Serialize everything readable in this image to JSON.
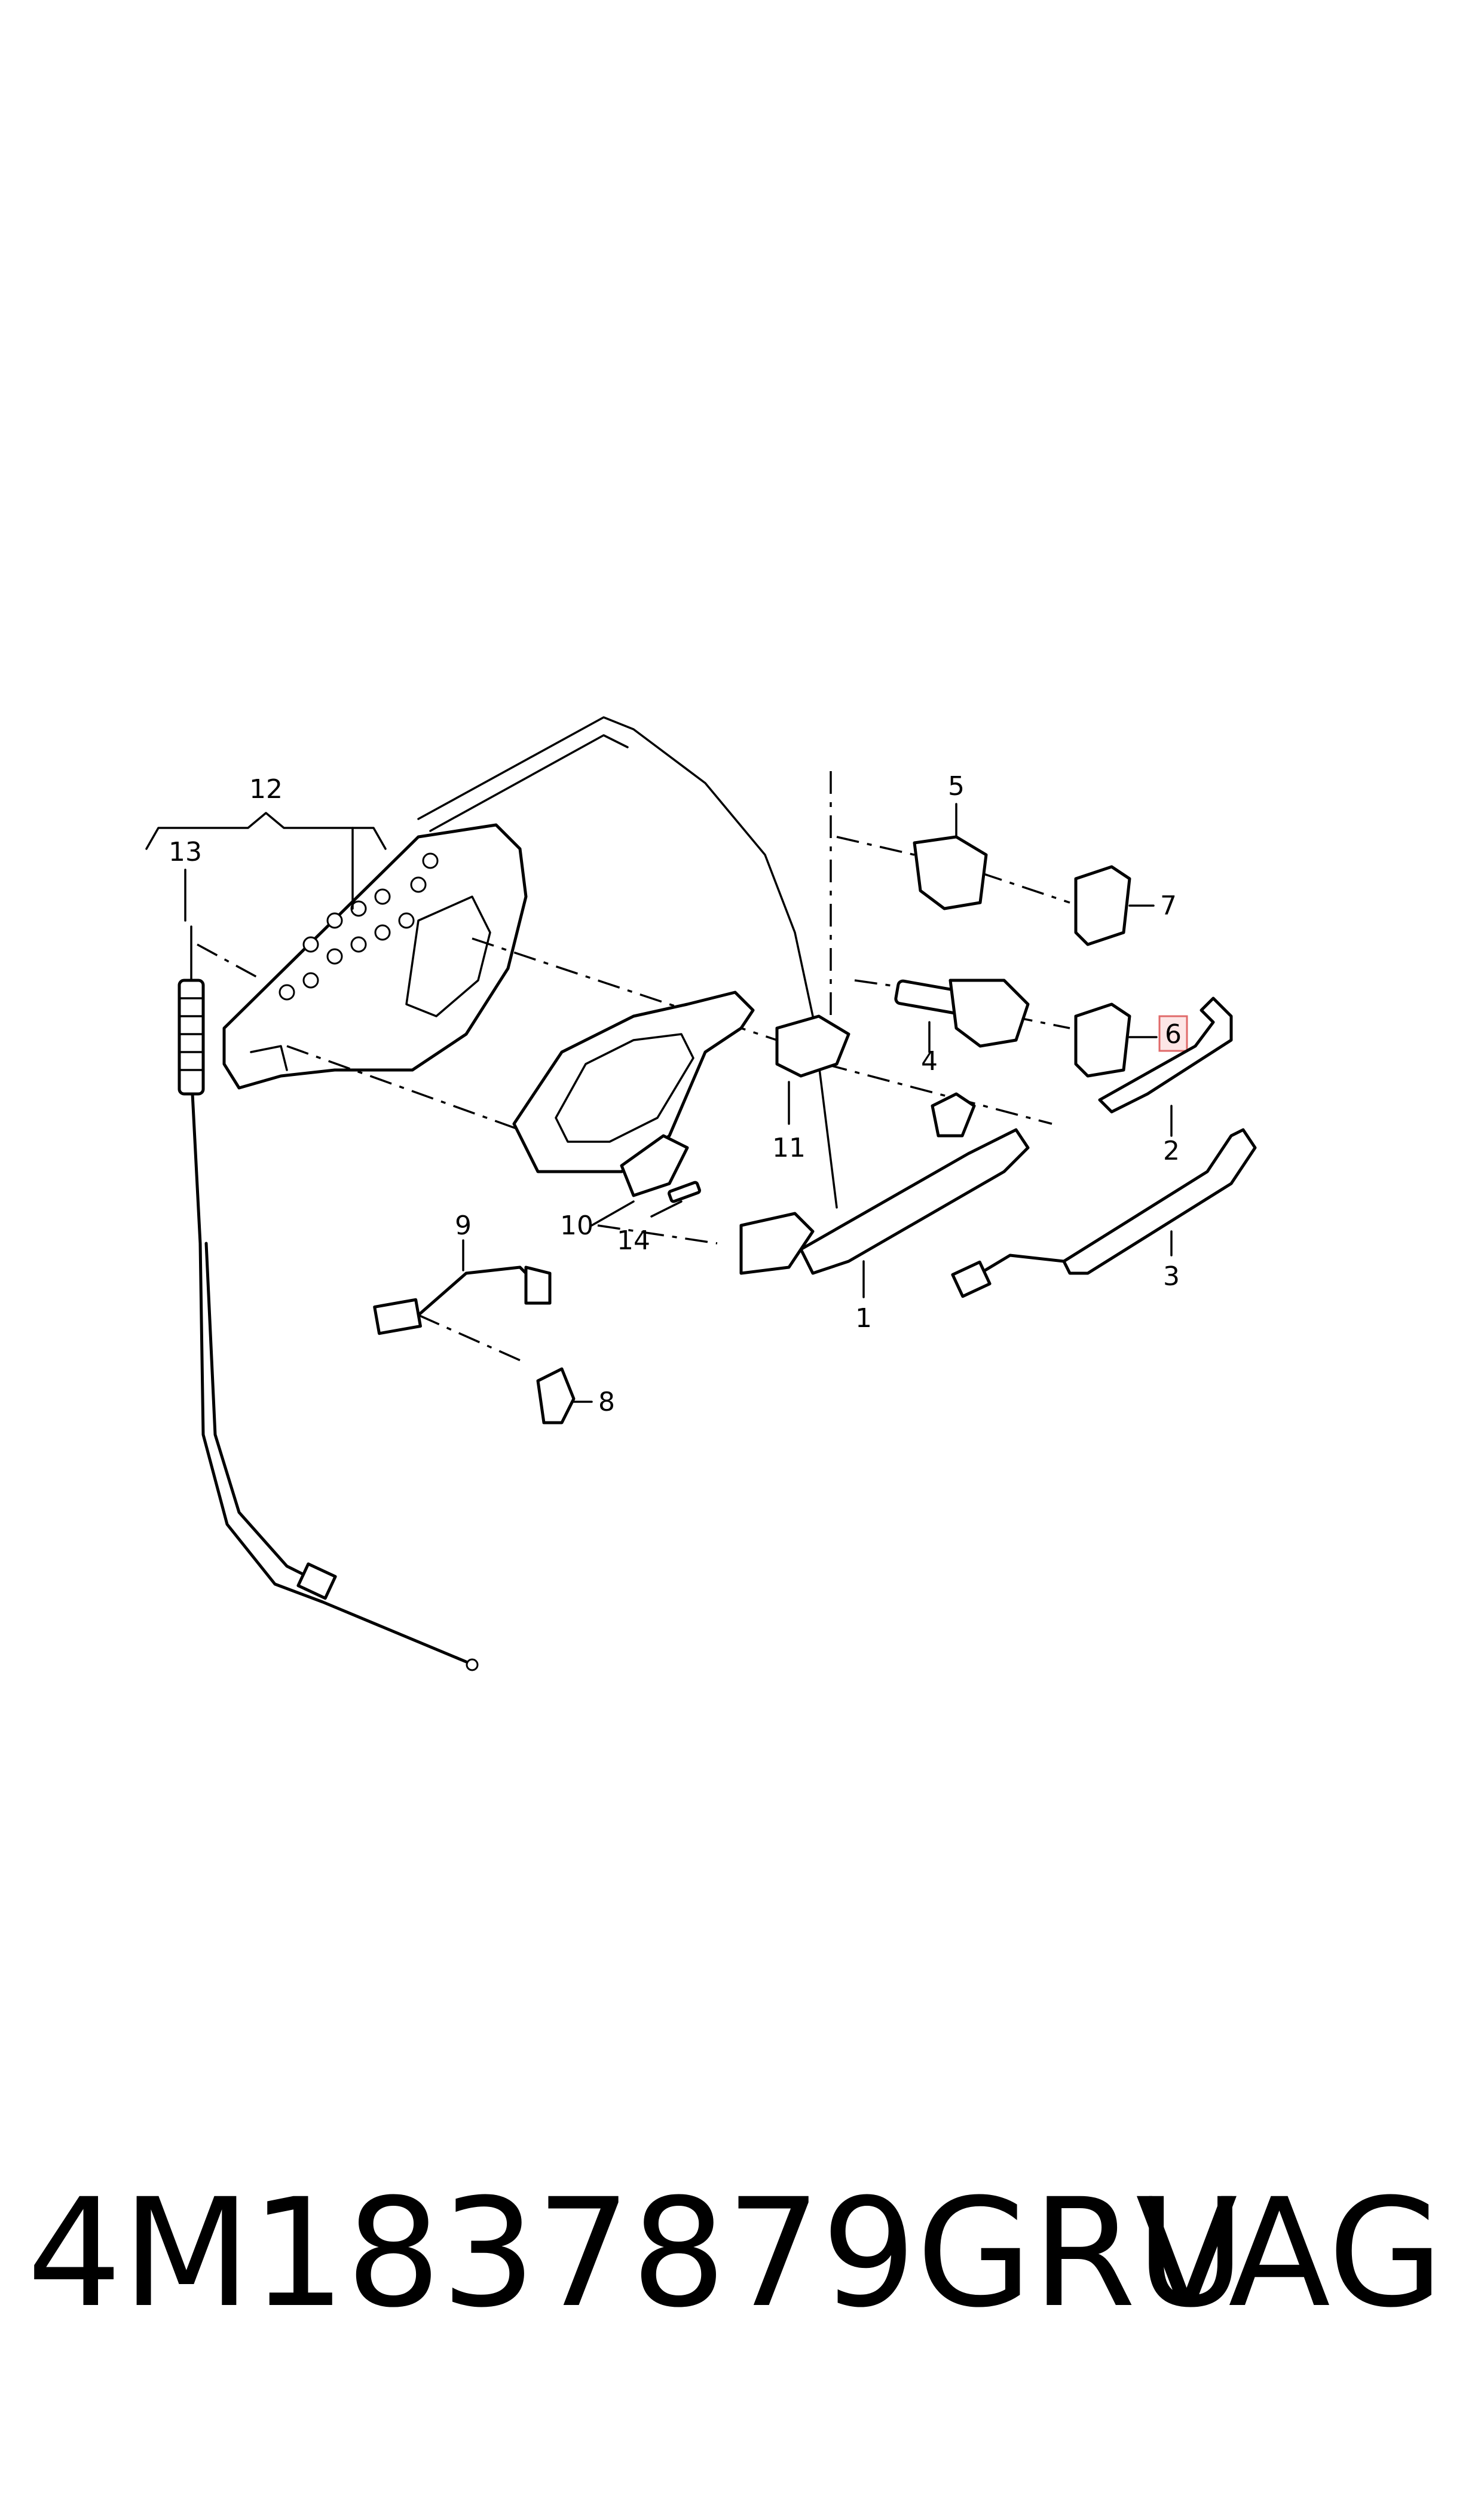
{
  "callouts": {
    "c1": "1",
    "c2": "2",
    "c3": "3",
    "c4": "4",
    "c5": "5",
    "c6": "6",
    "c7": "7",
    "c8": "8",
    "c9": "9",
    "c10": "10",
    "c11": "11",
    "c12": "12",
    "c13": "13",
    "c14": "14"
  },
  "highlighted_callout": "6",
  "highlight_color": "#e06a6a",
  "footer": {
    "part_number": "4M1837879GRU",
    "brand": "VAG"
  }
}
